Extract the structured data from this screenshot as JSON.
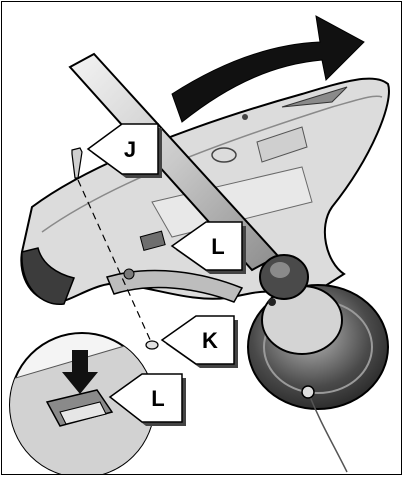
{
  "callouts": {
    "j": "J",
    "l_upper": "L",
    "k": "K",
    "l_lower": "L"
  },
  "icons": {
    "rotation_arrow": "curved-arrow-icon",
    "insert_arrow": "down-arrow-icon"
  },
  "colors": {
    "outline": "#000000",
    "guard_fill": "#d9d9d9",
    "guard_dark": "#5a5a5a",
    "background": "#ffffff"
  }
}
